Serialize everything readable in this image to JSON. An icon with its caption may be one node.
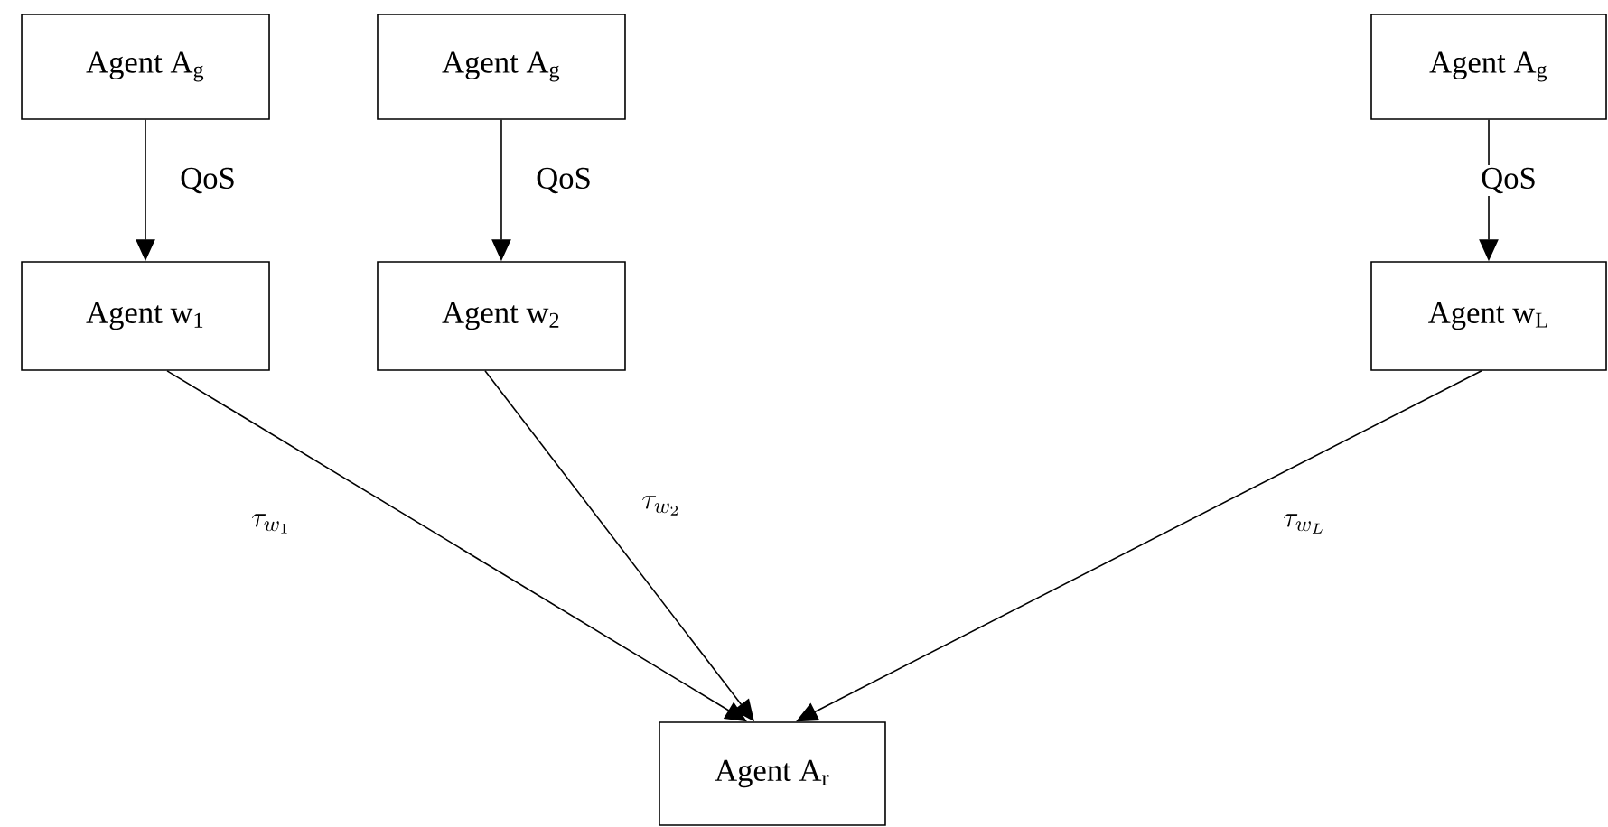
{
  "diagram": {
    "nodes": [
      {
        "text": [
          "Agent A$_{g}$"
        ]
      },
      {
        "text": [
          "Agent A$_{g}$"
        ]
      },
      {
        "text": [
          "Agent A$_{g}$"
        ]
      },
      {
        "text": [
          "Agent w$_{1}$"
        ]
      },
      {
        "text": [
          "Agent w$_{2}$"
        ]
      },
      {
        "text": [
          "Agent w$_{L}$"
        ]
      },
      {
        "text": [
          "Agent A$_{r}$"
        ]
      }
    ],
    "edges": [
      {
        "from": 0,
        "to": 3,
        "arrow": "to",
        "label": "QoS"
      },
      {
        "from": 1,
        "to": 4,
        "arrow": "to",
        "label": "QoS"
      },
      {
        "from": 2,
        "to": 5,
        "arrow": "to",
        "label": "QoS"
      },
      {
        "from": 3,
        "to": 6,
        "arrow": "to",
        "label": "\\tau_{w_1}"
      },
      {
        "from": 4,
        "to": 6,
        "arrow": "to",
        "label": "\\tau_{w_2}"
      },
      {
        "from": 5,
        "to": 6,
        "arrow": "to",
        "label": "\\tau_{w_L}"
      }
    ]
  }
}
